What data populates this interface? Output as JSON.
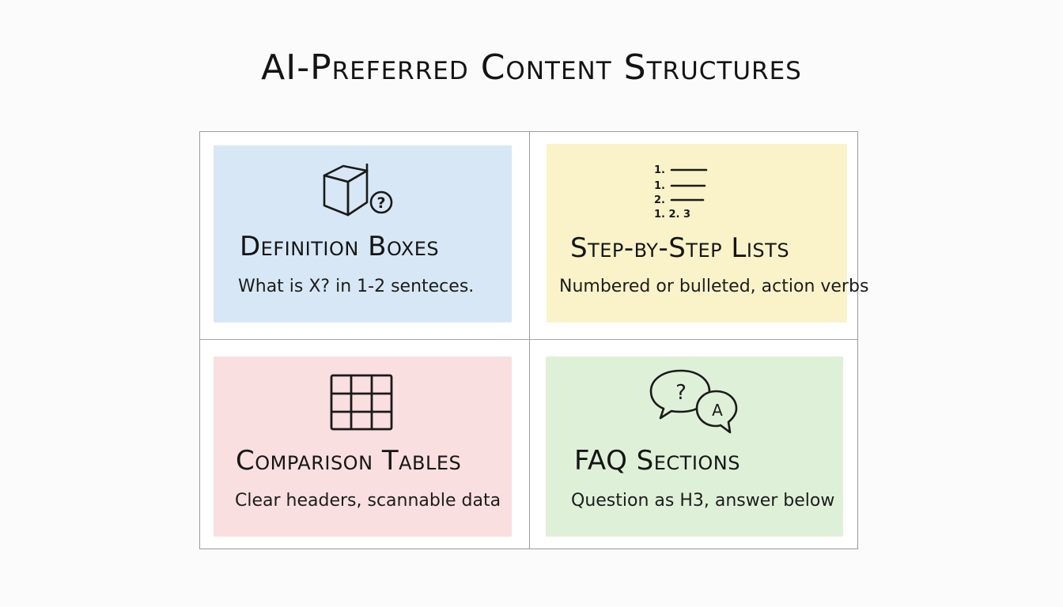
{
  "title": "AI-Preferred Content Structures",
  "cards": [
    {
      "heading": "Definition Boxes",
      "description": "What is X? in 1-2 senteces.",
      "icon": "cube-question-icon",
      "icon_glyph": "?",
      "color": "#d7e7f5"
    },
    {
      "heading": "Step-by-Step Lists",
      "description": "Numbered or bulleted, action verbs",
      "icon": "numbered-list-icon",
      "list_markers": [
        "1.",
        "1.",
        "2.",
        "1.  2.  3"
      ],
      "color": "#faf3c9"
    },
    {
      "heading": "Comparison Tables",
      "description": "Clear headers, scannable data",
      "icon": "table-grid-icon",
      "color": "#f9dfe0"
    },
    {
      "heading": "FAQ Sections",
      "description": "Question as H3, answer below",
      "icon": "qa-speech-bubbles-icon",
      "icon_glyph_q": "?",
      "icon_glyph_a": "A",
      "color": "#dff0d8"
    }
  ]
}
